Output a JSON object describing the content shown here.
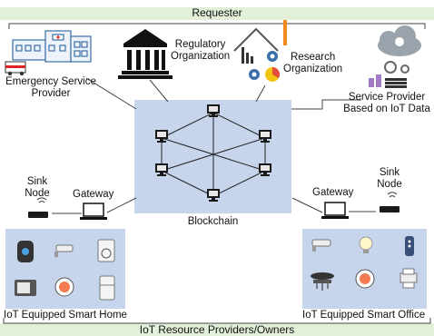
{
  "header": {
    "title": "Requester"
  },
  "footer": {
    "title": "IoT Resource Providers/Owners"
  },
  "requesters": {
    "emergency": {
      "line1": "Emergency Service",
      "line2": "Provider"
    },
    "regulatory": {
      "line1": "Regulatory",
      "line2": "Organization"
    },
    "research": {
      "line1": "Research",
      "line2": "Organization"
    },
    "service_provider": {
      "line1": "Service Provider",
      "line2": "Based on IoT Data"
    }
  },
  "blockchain": {
    "label": "Blockchain"
  },
  "left_side": {
    "sink_line1": "Sink",
    "sink_line2": "Node",
    "gateway": "Gateway",
    "panel_label": "IoT Equipped Smart Home"
  },
  "right_side": {
    "sink_line1": "Sink",
    "sink_line2": "Node",
    "gateway": "Gateway",
    "panel_label": "IoT Equipped Smart Office"
  },
  "colors": {
    "banner": "#e2efd9",
    "blockchain_panel": "#c6d5ec",
    "device_panel": "#c6d5ec",
    "line": "#444444"
  }
}
